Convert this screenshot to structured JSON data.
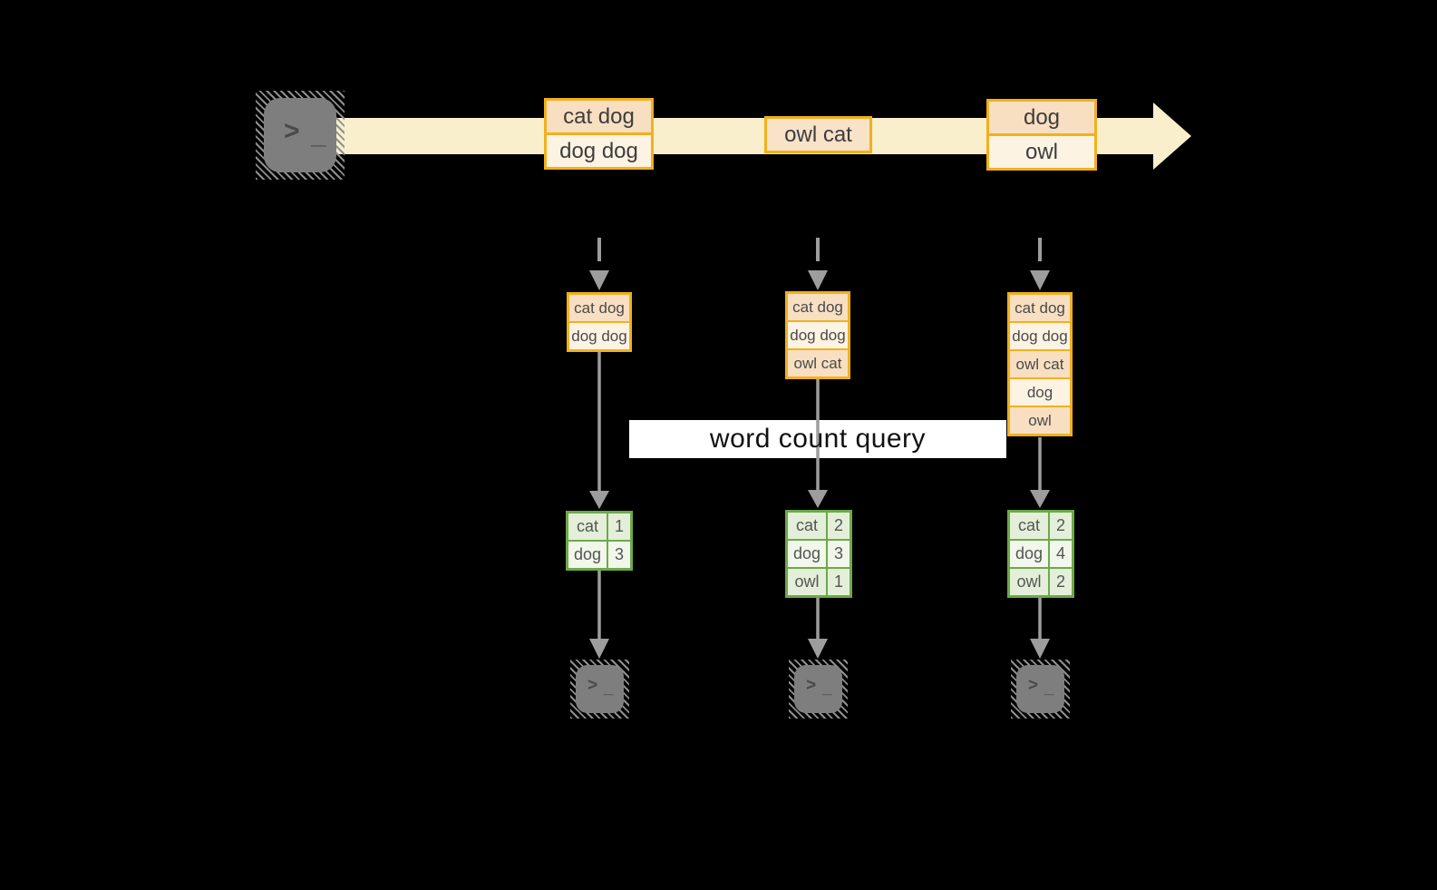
{
  "banner": {
    "label": "word count query"
  },
  "terminal": {
    "chevron": ">",
    "underscore": "_"
  },
  "stream_events": [
    {
      "lines": [
        "cat dog",
        "dog dog"
      ]
    },
    {
      "lines": [
        "owl cat"
      ]
    },
    {
      "lines": [
        "dog",
        "owl"
      ]
    }
  ],
  "queues": [
    {
      "rows": [
        "cat dog",
        "dog dog"
      ]
    },
    {
      "rows": [
        "cat dog",
        "dog dog",
        "owl cat"
      ]
    },
    {
      "rows": [
        "cat dog",
        "dog dog",
        "owl cat",
        "dog",
        "owl"
      ]
    }
  ],
  "count_tables": [
    {
      "rows": [
        {
          "word": "cat",
          "count": "1"
        },
        {
          "word": "dog",
          "count": "3"
        }
      ]
    },
    {
      "rows": [
        {
          "word": "cat",
          "count": "2"
        },
        {
          "word": "dog",
          "count": "3"
        },
        {
          "word": "owl",
          "count": "1"
        }
      ]
    },
    {
      "rows": [
        {
          "word": "cat",
          "count": "2"
        },
        {
          "word": "dog",
          "count": "4"
        },
        {
          "word": "owl",
          "count": "2"
        }
      ]
    }
  ],
  "colors": {
    "stream_fill": "#FAEFCD",
    "amber_border": "#F2B01C",
    "peach_fill": "#F8DFC1",
    "cream_fill": "#FDF3E3",
    "green_border": "#6CAA47",
    "green_cell": "#E4EFDA",
    "green_cell_pale": "#F1F7EB",
    "connector_gray": "#9D9D9D",
    "terminal_gray": "#7E7E7E",
    "banner_bg": "#FFFFFF"
  }
}
